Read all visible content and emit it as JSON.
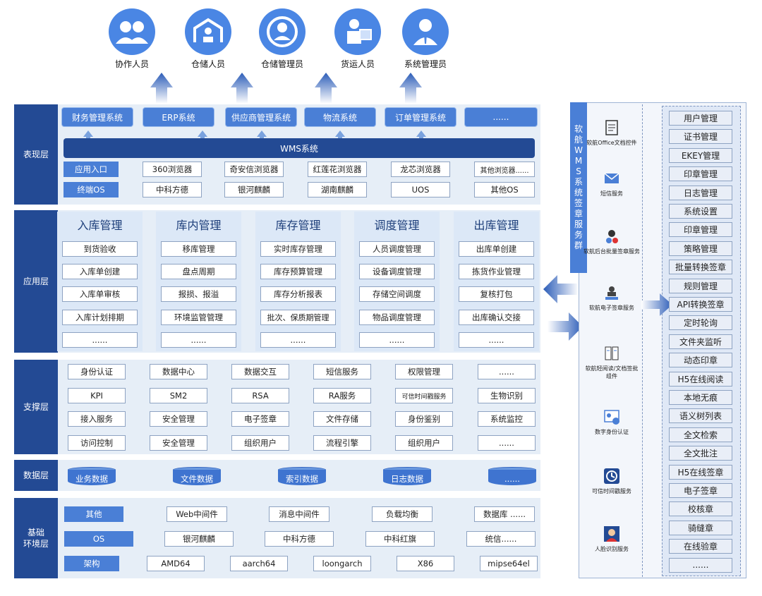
{
  "users": [
    "协作人员",
    "仓储人员",
    "仓储管理员",
    "货运人员",
    "系统管理员"
  ],
  "presentation": {
    "label": "表现层",
    "systems": [
      "财务管理系统",
      "ERP系统",
      "供应商管理系统",
      "物流系统",
      "订单管理系统",
      "......"
    ],
    "wms": "WMS系统",
    "browsers": [
      "应用入口",
      "360浏览器",
      "奇安信浏览器",
      "红莲花浏览器",
      "龙芯浏览器",
      "其他浏览器......"
    ],
    "os": [
      "终端OS",
      "中科方德",
      "银河麒麟",
      "湖南麒麟",
      "UOS",
      "其他OS"
    ]
  },
  "application": {
    "label": "应用层",
    "modules": [
      {
        "title": "入库管理",
        "items": [
          "到货验收",
          "入库单创建",
          "入库单审核",
          "入库计划排期",
          "......"
        ]
      },
      {
        "title": "库内管理",
        "items": [
          "移库管理",
          "盘点周期",
          "报损、报溢",
          "环境监管管理",
          "......"
        ]
      },
      {
        "title": "库存管理",
        "items": [
          "实时库存管理",
          "库存预算管理",
          "库存分析报表",
          "批次、保质期管理",
          "......"
        ]
      },
      {
        "title": "调度管理",
        "items": [
          "人员调度管理",
          "设备调度管理",
          "存储空间调度",
          "物品调度管理",
          "......"
        ]
      },
      {
        "title": "出库管理",
        "items": [
          "出库单创建",
          "拣货作业管理",
          "复核打包",
          "出库确认交接",
          "......"
        ]
      }
    ]
  },
  "support": {
    "label": "支撑层",
    "rows": [
      [
        "身份认证",
        "数据中心",
        "数据交互",
        "短信服务",
        "权限管理",
        "......"
      ],
      [
        "KPI",
        "SM2",
        "RSA",
        "RA服务",
        "可信时间戳服务",
        "生物识别"
      ],
      [
        "接入服务",
        "安全管理",
        "电子签章",
        "文件存储",
        "身份鉴别",
        "系统监控"
      ],
      [
        "访问控制",
        "安全管理",
        "组织用户",
        "流程引擎",
        "组织用户",
        "......"
      ]
    ]
  },
  "data": {
    "label": "数据层",
    "items": [
      "业务数据",
      "文件数据",
      "索引数据",
      "日志数据",
      "......"
    ]
  },
  "base": {
    "label": "基础环境层",
    "label_lines": [
      "基础",
      "环境层"
    ],
    "rows": [
      [
        "其他",
        "Web中间件",
        "消息中间件",
        "负载均衡",
        "数据库 ......"
      ],
      [
        "OS",
        "银河麒麟",
        "中科方德",
        "中科红旗",
        "统信......"
      ],
      [
        "架构",
        "AMD64",
        "aarch64",
        "loongarch",
        "X86",
        "mipse64el"
      ]
    ]
  },
  "service_cluster": {
    "title": "软航WMS系统签章服务群",
    "title_chars": [
      "软",
      "航",
      "W",
      "M",
      "S",
      "系",
      "统",
      "签",
      "章",
      "服",
      "务",
      "群"
    ],
    "services": [
      {
        "icon": "document-icon",
        "label": "软航Office文档控件"
      },
      {
        "icon": "sms-icon",
        "label": "短信服务"
      },
      {
        "icon": "server-icon",
        "label": "软航后台批量签章服务"
      },
      {
        "icon": "seal-icon",
        "label": "软航电子签章服务"
      },
      {
        "icon": "book-icon",
        "label": "软航轻阅读/文档签批组件"
      },
      {
        "icon": "id-card-icon",
        "label": "数字身份认证"
      },
      {
        "icon": "clock-icon",
        "label": "可信时间戳服务"
      },
      {
        "icon": "face-icon",
        "label": "人脸识别服务"
      }
    ],
    "functions": [
      "用户管理",
      "证书管理",
      "EKEY管理",
      "印章管理",
      "日志管理",
      "系统设置",
      "印章管理",
      "策略管理",
      "批量转换签章",
      "规则管理",
      "API转换签章",
      "定时轮询",
      "文件夹监听",
      "动态印章",
      "H5在线阅读",
      "本地无痕",
      "语义树列表",
      "全文检索",
      "全文批注",
      "H5在线签章",
      "电子签章",
      "校核章",
      "骑缝章",
      "在线验章",
      "......"
    ]
  },
  "colors": {
    "dark": "#234a94",
    "accent": "#4a7fd6",
    "panel": "#e6eef7"
  }
}
